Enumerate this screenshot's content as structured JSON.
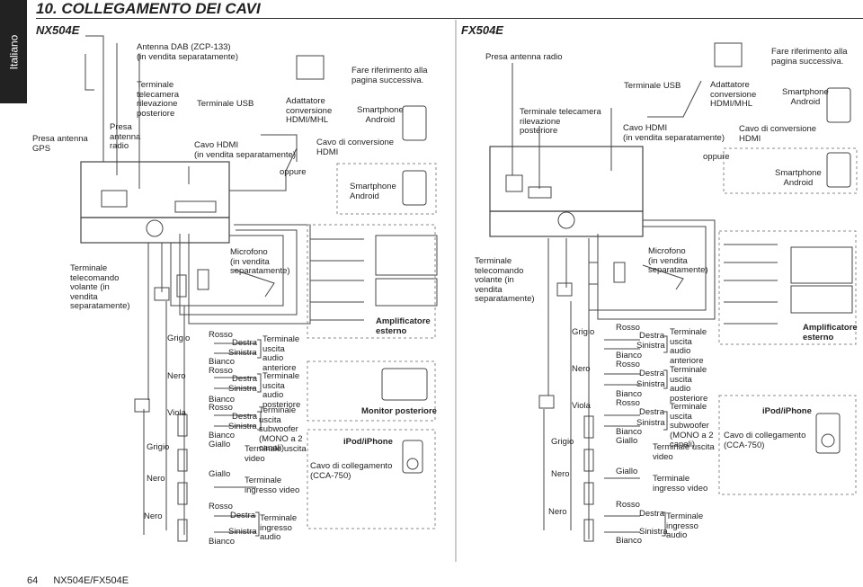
{
  "sidebar": {
    "language_tab": "Italiano"
  },
  "header": {
    "title": "10. COLLEGAMENTO DEI CAVI"
  },
  "models": {
    "left": "NX504E",
    "right": "FX504E"
  },
  "left": {
    "dab_antenna": "Antenna DAB (ZCP-133)\n(in vendita separatamente)",
    "gps_antenna": "Presa antenna\nGPS",
    "radio_antenna": "Presa\nantenna\nradio",
    "rear_camera": "Terminale\ntelecamera\nrilevazione\nposteriore",
    "usb": "Terminale USB",
    "hdmi_cable": "Cavo HDMI\n(in vendita separatamente)",
    "adapter": "Adattatore\nconversione\nHDMI/MHL",
    "see_next": "Fare riferimento alla\npagina successiva.",
    "smartphone_1": "Smartphone\nAndroid",
    "conv_cable": "Cavo di conversione\nHDMI",
    "oppure": "oppure",
    "smartphone_2": "Smartphone\nAndroid",
    "steering": "Terminale\ntelecomando\nvolante (in\nvendita\nseparatamente)",
    "microphone": "Microfono\n(in vendita\nseparatamente)",
    "amplifier": "Amplificatore\nesterno",
    "rear_monitor": "Monitor posteriore",
    "ipod": "iPod/iPhone",
    "ipod_cable": "Cavo di collegamento\n(CCA-750)",
    "wire_grigio": "Grigio",
    "wire_nero": "Nero",
    "wire_viola": "Viola",
    "wire_grigio2": "Grigio",
    "wire_nero2": "Nero",
    "wire_nero3": "Nero",
    "front_out": "Terminale\nuscita\naudio\nanteriore",
    "rear_out": "Terminale\nuscita\naudio\nposteriore",
    "sub_out": "Terminale\nuscita\nsubwoofer\n(MONO a 2\ncanali)",
    "video_out": "Terminale uscita\nvideo",
    "video_in": "Terminale\ningresso video",
    "audio_in": "Terminale\ningresso\naudio",
    "rosso": "Rosso",
    "bianco": "Bianco",
    "destra": "Destra",
    "sinistra": "Sinistra",
    "giallo": "Giallo"
  },
  "right": {
    "radio_antenna": "Presa antenna radio",
    "rear_camera": "Terminale telecamera\nrilevazione\nposteriore",
    "usb": "Terminale USB",
    "hdmi_cable": "Cavo HDMI\n(in vendita separatamente)",
    "adapter": "Adattatore\nconversione\nHDMI/MHL",
    "see_next": "Fare riferimento alla\npagina successiva.",
    "smartphone_1": "Smartphone\nAndroid",
    "conv_cable": "Cavo di conversione\nHDMI",
    "oppure": "oppure",
    "smartphone_2": "Smartphone\nAndroid",
    "steering": "Terminale\ntelecomando\nvolante (in\nvendita\nseparatamente)",
    "microphone": "Microfono\n(in vendita\nseparatamente)",
    "amplifier": "Amplificatore\nesterno",
    "ipod": "iPod/iPhone",
    "ipod_cable": "Cavo di collegamento\n(CCA-750)",
    "wire_grigio": "Grigio",
    "wire_nero": "Nero",
    "wire_viola": "Viola",
    "wire_grigio2": "Grigio",
    "wire_nero2": "Nero",
    "wire_nero3": "Nero",
    "front_out": "Terminale\nuscita\naudio\nanteriore",
    "rear_out": "Terminale\nuscita\naudio\nposteriore",
    "sub_out": "Terminale\nuscita\nsubwoofer\n(MONO a 2\ncanali)",
    "video_out": "Terminale uscita\nvideo",
    "video_in": "Terminale\ningresso video",
    "audio_in": "Terminale\ningresso\naudio",
    "rosso": "Rosso",
    "bianco": "Bianco",
    "destra": "Destra",
    "sinistra": "Sinistra",
    "giallo": "Giallo"
  },
  "footer": {
    "page_number": "64",
    "model_name": "NX504E/FX504E"
  }
}
